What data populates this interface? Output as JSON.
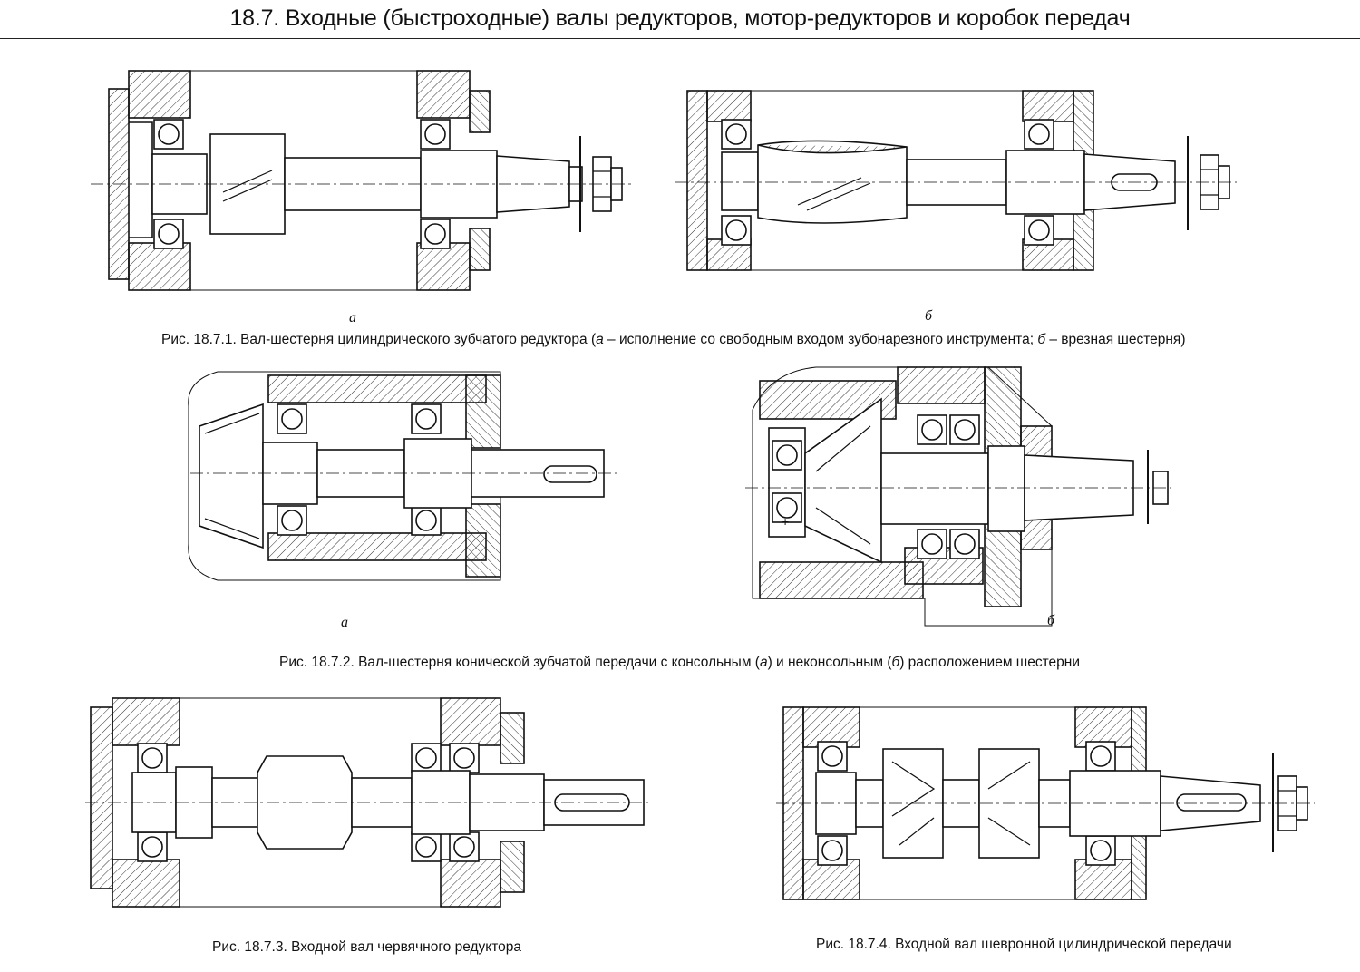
{
  "header": {
    "title": "18.7. Входные (быстроходные) валы редукторов, мотор-редукторов и коробок передач"
  },
  "figures": [
    {
      "id": "18.7.1",
      "sublabels": [
        "а",
        "б"
      ],
      "caption": {
        "prefix": "Рис. 18.7.1. Вал-шестерня цилиндрического зубчатого редуктора (",
        "a": "а",
        "mid1": " – исполнение со свободным входом зубонарезного инструмента; ",
        "b": "б",
        "suffix": " – врезная шестерня)"
      }
    },
    {
      "id": "18.7.2",
      "sublabels": [
        "а",
        "б"
      ],
      "caption": {
        "prefix": "Рис. 18.7.2. Вал-шестерня конической зубчатой передачи с консольным (",
        "a": "а",
        "mid1": ") и неконсольным (",
        "b": "б",
        "suffix": ") расположением шестерни"
      }
    },
    {
      "id": "18.7.3",
      "caption": {
        "text": "Рис. 18.7.3. Входной вал червячного редуктора"
      }
    },
    {
      "id": "18.7.4",
      "caption": {
        "text": "Рис. 18.7.4. Входной вал шевронной цилиндрической передачи"
      }
    }
  ],
  "colors": {
    "ink": "#111111",
    "hatch": "#333333",
    "paper": "#ffffff"
  }
}
